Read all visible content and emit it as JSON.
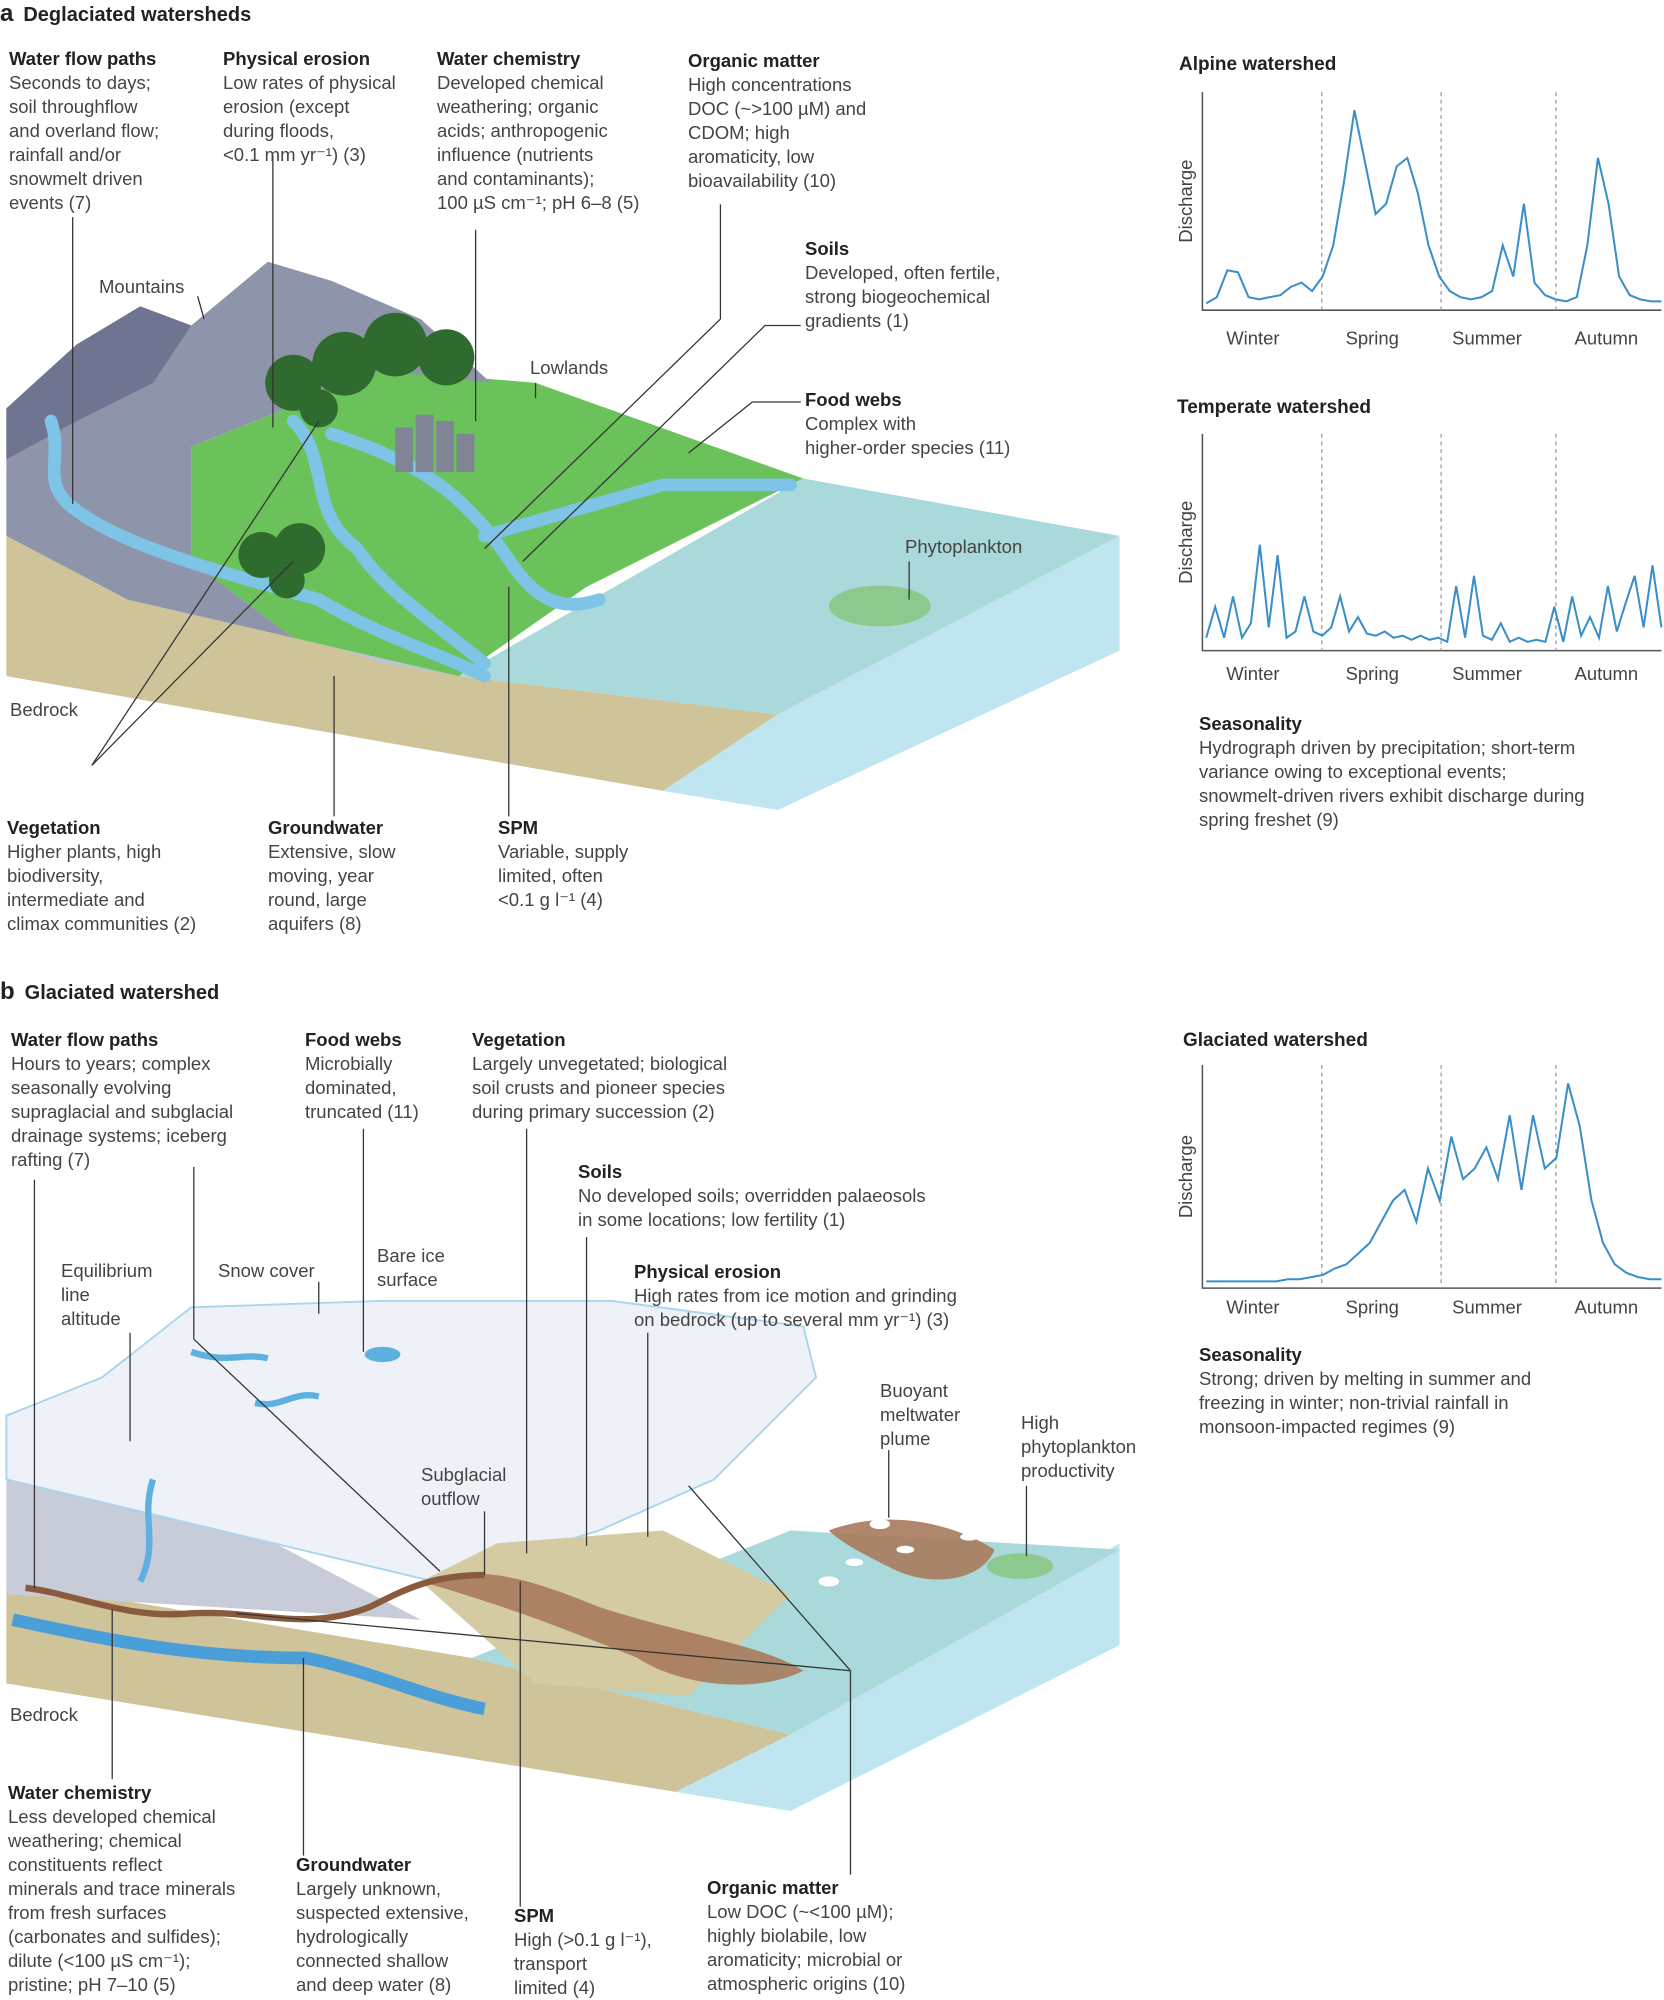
{
  "panel_a": {
    "letter": "a",
    "title": "Deglaciated watersheds",
    "blocks": {
      "water_flow": {
        "heading": "Water flow paths",
        "body": "Seconds to days;\nsoil throughflow\nand overland flow;\nrainfall and/or\nsnowmelt driven\nevents (7)"
      },
      "physical_erosion": {
        "heading": "Physical erosion",
        "body": "Low rates of physical\nerosion (except\nduring floods,\n<0.1 mm yr⁻¹) (3)"
      },
      "water_chemistry": {
        "heading": "Water chemistry",
        "body": "Developed chemical\nweathering; organic\nacids; anthropogenic\ninfluence (nutrients\nand contaminants);\n100 µS cm⁻¹; pH 6–8 (5)"
      },
      "organic_matter": {
        "heading": "Organic matter",
        "body": "High concentrations\nDOC (~>100 µM) and\nCDOM; high\naromaticity, low\nbioavailability (10)"
      },
      "soils": {
        "heading": "Soils",
        "body": "Developed, often fertile,\nstrong biogeochemical\ngradients (1)"
      },
      "food_webs": {
        "heading": "Food webs",
        "body": "Complex with\nhigher-order species (11)"
      },
      "vegetation": {
        "heading": "Vegetation",
        "body": "Higher plants, high\nbiodiversity,\nintermediate and\nclimax communities (2)"
      },
      "groundwater": {
        "heading": "Groundwater",
        "body": "Extensive, slow\nmoving, year\nround, large\naquifers (8)"
      },
      "spm": {
        "heading": "SPM",
        "body": "Variable, supply\nlimited, often\n<0.1 g l⁻¹ (4)"
      }
    },
    "labels": {
      "mountains": "Mountains",
      "lowlands": "Lowlands",
      "phytoplankton": "Phytoplankton",
      "bedrock": "Bedrock"
    },
    "seasonality": {
      "heading": "Seasonality",
      "body": "Hydrograph driven by precipitation; short-term\nvariance owing to exceptional events;\nsnowmelt-driven rivers exhibit discharge during\nspring freshet (9)"
    }
  },
  "panel_b": {
    "letter": "b",
    "title": "Glaciated watershed",
    "blocks": {
      "water_flow": {
        "heading": "Water flow paths",
        "body": "Hours to years; complex\nseasonally evolving\nsupraglacial and subglacial\ndrainage systems; iceberg\nrafting (7)"
      },
      "food_webs": {
        "heading": "Food webs",
        "body": "Microbially\ndominated,\ntruncated (11)"
      },
      "vegetation": {
        "heading": "Vegetation",
        "body": "Largely unvegetated; biological\nsoil crusts and pioneer species\nduring primary succession (2)"
      },
      "soils": {
        "heading": "Soils",
        "body": "No developed soils; overridden palaeosols\nin some locations; low fertility (1)"
      },
      "physical_erosion": {
        "heading": "Physical erosion",
        "body": "High rates from ice motion and grinding\non bedrock (up to several mm yr⁻¹) (3)"
      },
      "water_chemistry": {
        "heading": "Water chemistry",
        "body": "Less developed chemical\nweathering; chemical\nconstituents reflect\nminerals and trace minerals\nfrom fresh surfaces\n(carbonates and sulfides);\ndilute (<100 µS cm⁻¹);\npristine; pH 7–10 (5)"
      },
      "groundwater": {
        "heading": "Groundwater",
        "body": "Largely unknown,\nsuspected extensive,\nhydrologically\nconnected shallow\nand deep water (8)"
      },
      "spm": {
        "heading": "SPM",
        "body": "High (>0.1 g l⁻¹),\ntransport\nlimited (4)"
      },
      "organic_matter": {
        "heading": "Organic matter",
        "body": "Low DOC (~<100 µM);\nhighly biolabile, low\naromaticity; microbial or\natmospheric origins (10)"
      }
    },
    "labels": {
      "ela": "Equilibrium\nline\naltitude",
      "snow_cover": "Snow cover",
      "bare_ice": "Bare ice\nsurface",
      "subglacial_outflow": "Subglacial\noutflow",
      "plume": "Buoyant\nmeltwater\nplume",
      "high_phyto": "High\nphytoplankton\nproductivity",
      "bedrock": "Bedrock"
    },
    "seasonality": {
      "heading": "Seasonality",
      "body": "Strong; driven by melting in summer and\nfreezing in winter; non-trivial rainfall in\nmonsoon-impacted regimes (9)"
    }
  },
  "colors": {
    "line": "#3a8fc9",
    "water": "#8ccbe8",
    "land": "#6cc25a",
    "mountain": "#8e94aa",
    "bedrock": "#cfc39a",
    "sea": "#a9d9db",
    "ice": "#eef1f8",
    "sediment": "#a77a5c"
  },
  "charts": [
    {
      "title": "Alpine watershed",
      "ylabel": "Discharge",
      "seasons": [
        "Winter",
        "Spring",
        "Summer",
        "Autumn"
      ],
      "values": [
        0.02,
        0.05,
        0.18,
        0.17,
        0.05,
        0.04,
        0.05,
        0.06,
        0.1,
        0.12,
        0.08,
        0.15,
        0.3,
        0.6,
        0.95,
        0.7,
        0.45,
        0.5,
        0.68,
        0.72,
        0.55,
        0.3,
        0.15,
        0.08,
        0.05,
        0.04,
        0.05,
        0.08,
        0.3,
        0.15,
        0.5,
        0.12,
        0.06,
        0.04,
        0.03,
        0.05,
        0.3,
        0.72,
        0.5,
        0.15,
        0.06,
        0.04,
        0.03,
        0.03
      ]
    },
    {
      "title": "Temperate watershed",
      "ylabel": "Discharge",
      "seasons": [
        "Winter",
        "Spring",
        "Summer",
        "Autumn"
      ],
      "values": [
        0.05,
        0.2,
        0.05,
        0.25,
        0.05,
        0.12,
        0.5,
        0.1,
        0.45,
        0.05,
        0.08,
        0.25,
        0.08,
        0.06,
        0.1,
        0.25,
        0.08,
        0.15,
        0.07,
        0.06,
        0.08,
        0.05,
        0.06,
        0.04,
        0.06,
        0.04,
        0.05,
        0.03,
        0.3,
        0.05,
        0.35,
        0.06,
        0.04,
        0.12,
        0.03,
        0.05,
        0.03,
        0.04,
        0.03,
        0.2,
        0.03,
        0.25,
        0.06,
        0.15,
        0.05,
        0.3,
        0.08,
        0.22,
        0.35,
        0.1,
        0.4,
        0.1
      ]
    },
    {
      "title": "Glaciated watershed",
      "ylabel": "Discharge",
      "seasons": [
        "Winter",
        "Spring",
        "Summer",
        "Autumn"
      ],
      "values": [
        0.02,
        0.02,
        0.02,
        0.02,
        0.02,
        0.02,
        0.02,
        0.03,
        0.03,
        0.04,
        0.05,
        0.08,
        0.1,
        0.15,
        0.2,
        0.3,
        0.4,
        0.45,
        0.3,
        0.55,
        0.4,
        0.7,
        0.5,
        0.55,
        0.65,
        0.5,
        0.8,
        0.45,
        0.8,
        0.55,
        0.6,
        0.95,
        0.75,
        0.4,
        0.2,
        0.1,
        0.06,
        0.04,
        0.03,
        0.03
      ]
    }
  ]
}
